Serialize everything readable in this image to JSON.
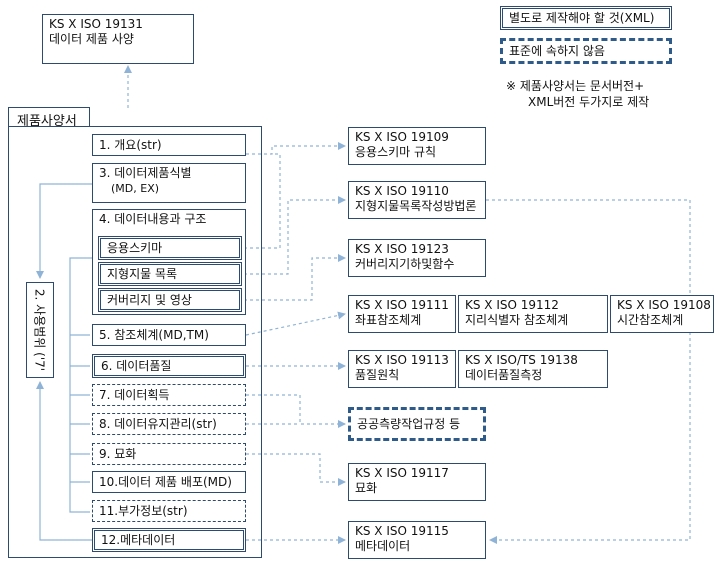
{
  "top_spec": {
    "line1": "KS X ISO 19131",
    "line2": "데이터 제품 사양"
  },
  "legend": {
    "xml_box": "별도로 제작해야 할 것(XML)",
    "nonstandard_box": "표준에 속하지 않음",
    "note_line1": "※ 제품사양서는 문서버전+",
    "note_line2": "XML버전 두가지로 제작"
  },
  "container": {
    "title": "제품사양서",
    "side_label": "2. 사용범위 ('7'"
  },
  "items": {
    "overview": "1. 개요(str)",
    "identification_1": "3. 데이터제품식별",
    "identification_2": "(MD, EX)",
    "content": "4. 데이터내용과 구조",
    "app_schema": "응용스키마",
    "feature_catalog": "지형지물 목록",
    "coverage": "커버리지 및 영상",
    "ref_system": "5. 참조체계(MD,TM)",
    "quality": "6. 데이터품질",
    "capture": "7. 데이터획득",
    "maintenance": "8. 데이터유지관리(str)",
    "portrayal": "9. 묘화",
    "distribution": "10.데이터 제품 배포(MD)",
    "additional": "11.부가정보(str)",
    "metadata": "12.메타데이터"
  },
  "standards": {
    "s19109": {
      "line1": "KS X ISO 19109",
      "line2": "응용스키마 규칙"
    },
    "s19110": {
      "line1": "KS X ISO 19110",
      "line2": "지형지물목록작성방법론"
    },
    "s19123": {
      "line1": "KS X ISO 19123",
      "line2": "커버리지기하및함수"
    },
    "s19111": {
      "line1": "KS X ISO 19111",
      "line2": "좌표참조체계"
    },
    "s19112": {
      "line1": "KS X ISO 19112",
      "line2": "지리식별자 참조체계"
    },
    "s19108": {
      "line1": "KS X ISO 19108",
      "line2": "시간참조체계"
    },
    "s19113": {
      "line1": "KS X ISO 19113",
      "line2": "품질원칙"
    },
    "s19138": {
      "line1": "KS X ISO/TS 19138",
      "line2": "데이터품질측정"
    },
    "survey": "공공측량작업규정 등",
    "s19117": {
      "line1": "KS X ISO 19117",
      "line2": "묘화"
    },
    "s19115": {
      "line1": "KS X ISO 19115",
      "line2": "메타데이터"
    }
  },
  "colors": {
    "border": "#2e4a6e",
    "connector": "#8fb3d6",
    "accent": "#2e5b8a"
  }
}
